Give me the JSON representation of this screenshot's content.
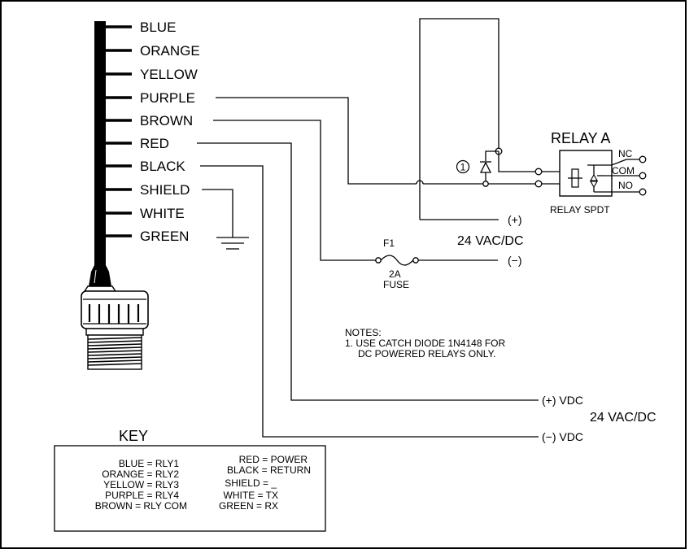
{
  "wires": [
    {
      "color": "BLUE"
    },
    {
      "color": "ORANGE"
    },
    {
      "color": "YELLOW"
    },
    {
      "color": "PURPLE"
    },
    {
      "color": "BROWN"
    },
    {
      "color": "RED"
    },
    {
      "color": "BLACK"
    },
    {
      "color": "SHIELD"
    },
    {
      "color": "WHITE"
    },
    {
      "color": "GREEN"
    }
  ],
  "relay": {
    "title": "RELAY A",
    "nc": "NC",
    "com": "COM",
    "no": "NO",
    "subtitle": "RELAY SPDT",
    "diode_marker": "1"
  },
  "supply_top": {
    "plus": "(+)",
    "voltage": "24 VAC/DC",
    "minus": "(−)"
  },
  "fuse": {
    "ref": "F1",
    "rating": "2A",
    "label": "FUSE"
  },
  "notes": {
    "heading": "NOTES:",
    "line1": "1. USE CATCH DIODE 1N4148 FOR",
    "line2": "DC POWERED RELAYS ONLY."
  },
  "supply_bottom": {
    "plus": "(+) VDC",
    "voltage": "24 VAC/DC",
    "minus": "(−) VDC"
  },
  "key": {
    "title": "KEY",
    "left": [
      "BLUE = RLY1",
      "ORANGE = RLY2",
      "YELLOW = RLY3",
      "PURPLE = RLY4",
      "BROWN = RLY COM"
    ],
    "right": [
      "RED = POWER",
      "BLACK = RETURN",
      "SHIELD = _",
      "WHITE = TX",
      "GREEN = RX"
    ]
  }
}
